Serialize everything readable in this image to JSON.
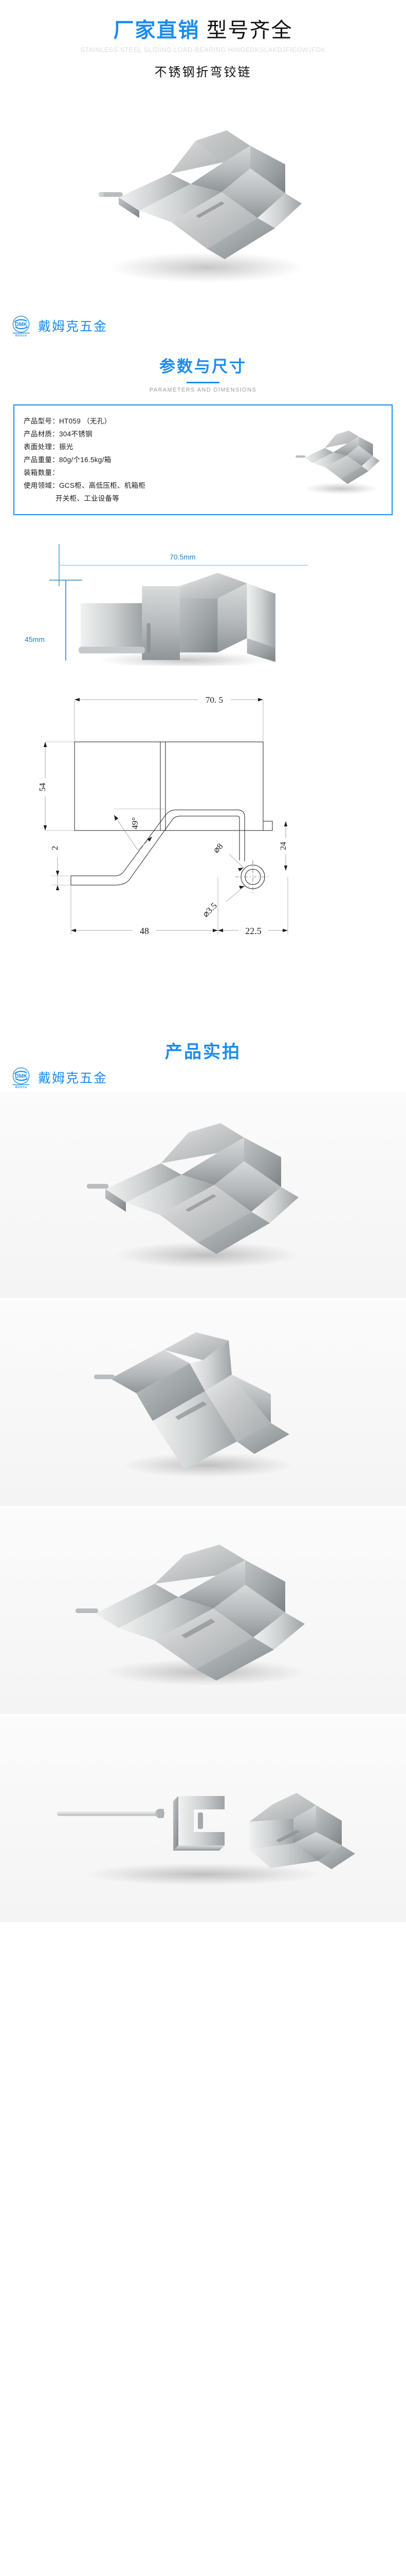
{
  "header": {
    "title_blue": "厂家直销",
    "title_black": "型号齐全",
    "subtitle_en": "STAINLESS STEEL SLIDING LOAD-BEARING HINGEDKSLAKDJFIEOWJFDK",
    "subtitle_cn": "不锈钢折弯铰链"
  },
  "brand": {
    "mark_text": "DMK",
    "mark_sub": "戴姆克五金",
    "name": "戴姆克五金"
  },
  "section_params": {
    "title_cn": "参数与尺寸",
    "title_en": "PARAMETERS AND DIMENSIONS"
  },
  "specs": [
    {
      "label": "产品型号：",
      "value": "HT059  （无孔）",
      "indent": false
    },
    {
      "label": "产品材质：",
      "value": "304不锈钢",
      "indent": false
    },
    {
      "label": "表面处理：",
      "value": "振光",
      "indent": false
    },
    {
      "label": "产品重量：",
      "value": "80g/个16.5kg/箱",
      "indent": false
    },
    {
      "label": "装箱数量：",
      "value": "",
      "indent": false
    },
    {
      "label": "使用领域：",
      "value": "GCS柜、高低压柜、机箱柜",
      "indent": false
    },
    {
      "label": "",
      "value": "开关柜、工业设备等",
      "indent": true
    }
  ],
  "photo_dimensions": {
    "width_label": "70.5mm",
    "height_label": "45mm",
    "accent": "#1a7fc4"
  },
  "cad_top": {
    "width": "70. 5",
    "height": "54",
    "right_depth": "24"
  },
  "cad_bottom": {
    "thickness": "2",
    "angle": "49°",
    "hole_big": "⌀8",
    "hole_small": "⌀3.5",
    "length": "48",
    "tail": "22.5"
  },
  "section_gallery": {
    "title_cn": "产品实拍",
    "title_en": ""
  },
  "colors": {
    "brand_blue": "#1a8cf0",
    "dim_blue": "#1a7fc4",
    "subtitle_gray": "#dcdcdc",
    "text_dark": "#1b1b1b"
  }
}
